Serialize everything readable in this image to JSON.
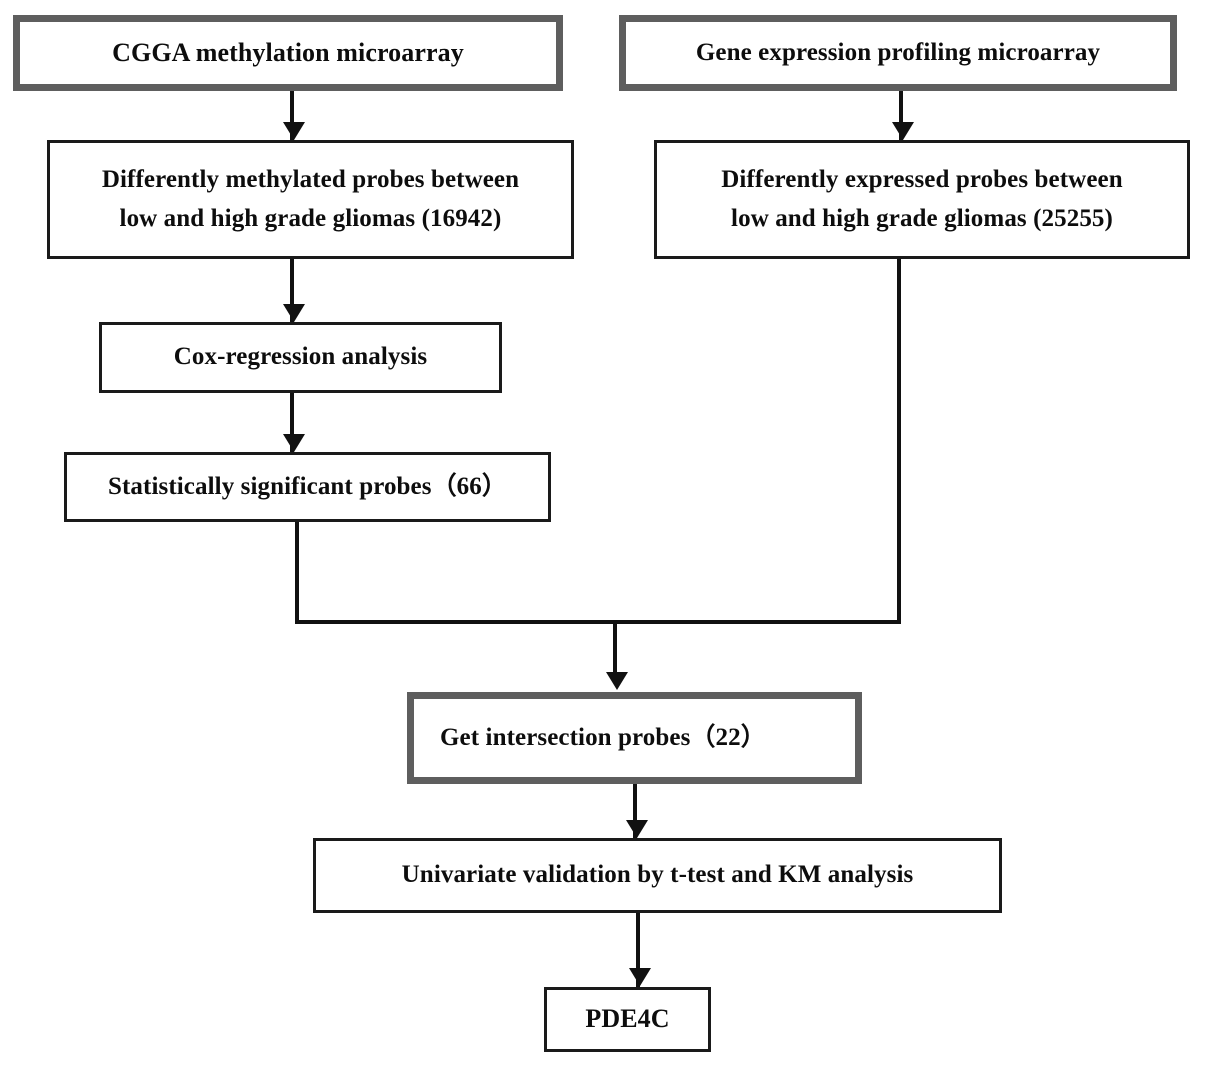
{
  "diagram": {
    "title": "Study workflow flowchart",
    "type": "flowchart",
    "orientation": "top-to-bottom",
    "colors": {
      "box_border_thin": "#1a1a1a",
      "box_border_thick": "#5e5e5e",
      "connector": "#111111",
      "text": "#0d0d0d",
      "background": "#ffffff"
    },
    "nodes": [
      {
        "id": "cgga-methylation-microarray",
        "label": "CGGA   methylation microarray",
        "border": "thick"
      },
      {
        "id": "gene-expression-profiling-microarray",
        "label": "Gene expression profiling microarray",
        "border": "thick"
      },
      {
        "id": "differently-methylated-probes",
        "label": "Differently methylated probes between\nlow and high grade gliomas (16942)",
        "border": "thin",
        "count": 16942
      },
      {
        "id": "differently-expressed-probes",
        "label": "Differently expressed probes between\nlow and high grade gliomas  (25255)",
        "border": "thin",
        "count": 25255
      },
      {
        "id": "cox-regression-analysis",
        "label": "Cox-regression analysis",
        "border": "thin"
      },
      {
        "id": "statistically-significant-probes",
        "label": "Statistically significant probes（66）",
        "border": "thin",
        "count": 66
      },
      {
        "id": "get-intersection-probes",
        "label": "Get intersection probes（22）",
        "border": "thick",
        "count": 22
      },
      {
        "id": "univariate-validation",
        "label": "Univariate validation by t-test and KM analysis",
        "border": "thin"
      },
      {
        "id": "pde4c",
        "label": "PDE4C",
        "border": "thin"
      }
    ],
    "edges": [
      {
        "from": "cgga-methylation-microarray",
        "to": "differently-methylated-probes",
        "style": "arrow"
      },
      {
        "from": "gene-expression-profiling-microarray",
        "to": "differently-expressed-probes",
        "style": "arrow"
      },
      {
        "from": "differently-methylated-probes",
        "to": "cox-regression-analysis",
        "style": "arrow"
      },
      {
        "from": "cox-regression-analysis",
        "to": "statistically-significant-probes",
        "style": "arrow"
      },
      {
        "from": "statistically-significant-probes",
        "to": "get-intersection-probes",
        "style": "elbow-merge"
      },
      {
        "from": "differently-expressed-probes",
        "to": "get-intersection-probes",
        "style": "elbow-merge"
      },
      {
        "from": "get-intersection-probes",
        "to": "univariate-validation",
        "style": "arrow"
      },
      {
        "from": "univariate-validation",
        "to": "pde4c",
        "style": "arrow"
      }
    ]
  }
}
